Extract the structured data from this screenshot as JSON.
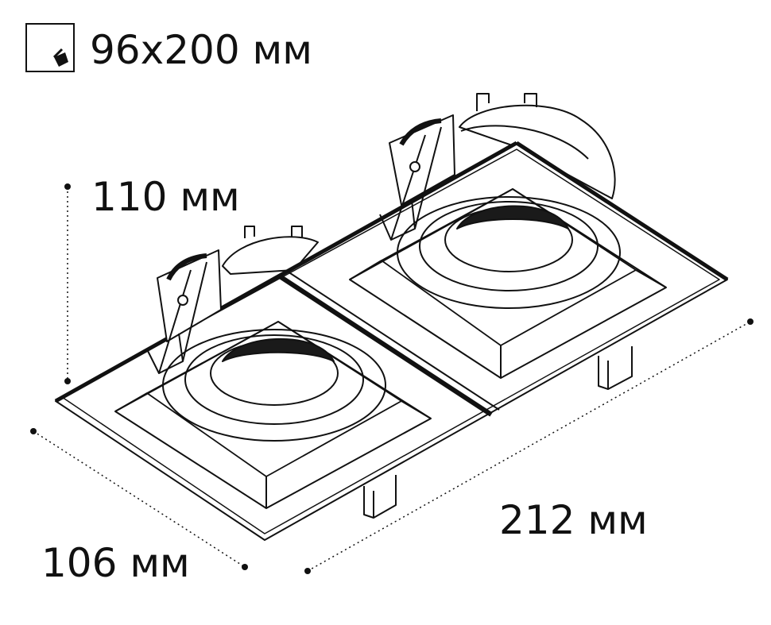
{
  "cutout": {
    "icon": "cutout-corner-icon",
    "label": "96x200 мм"
  },
  "dimensions": {
    "height": "110 мм",
    "depth": "106 мм",
    "length": "212 мм"
  },
  "colors": {
    "line": "#111111",
    "background": "#ffffff",
    "dark_fill": "#1a1a1a"
  }
}
